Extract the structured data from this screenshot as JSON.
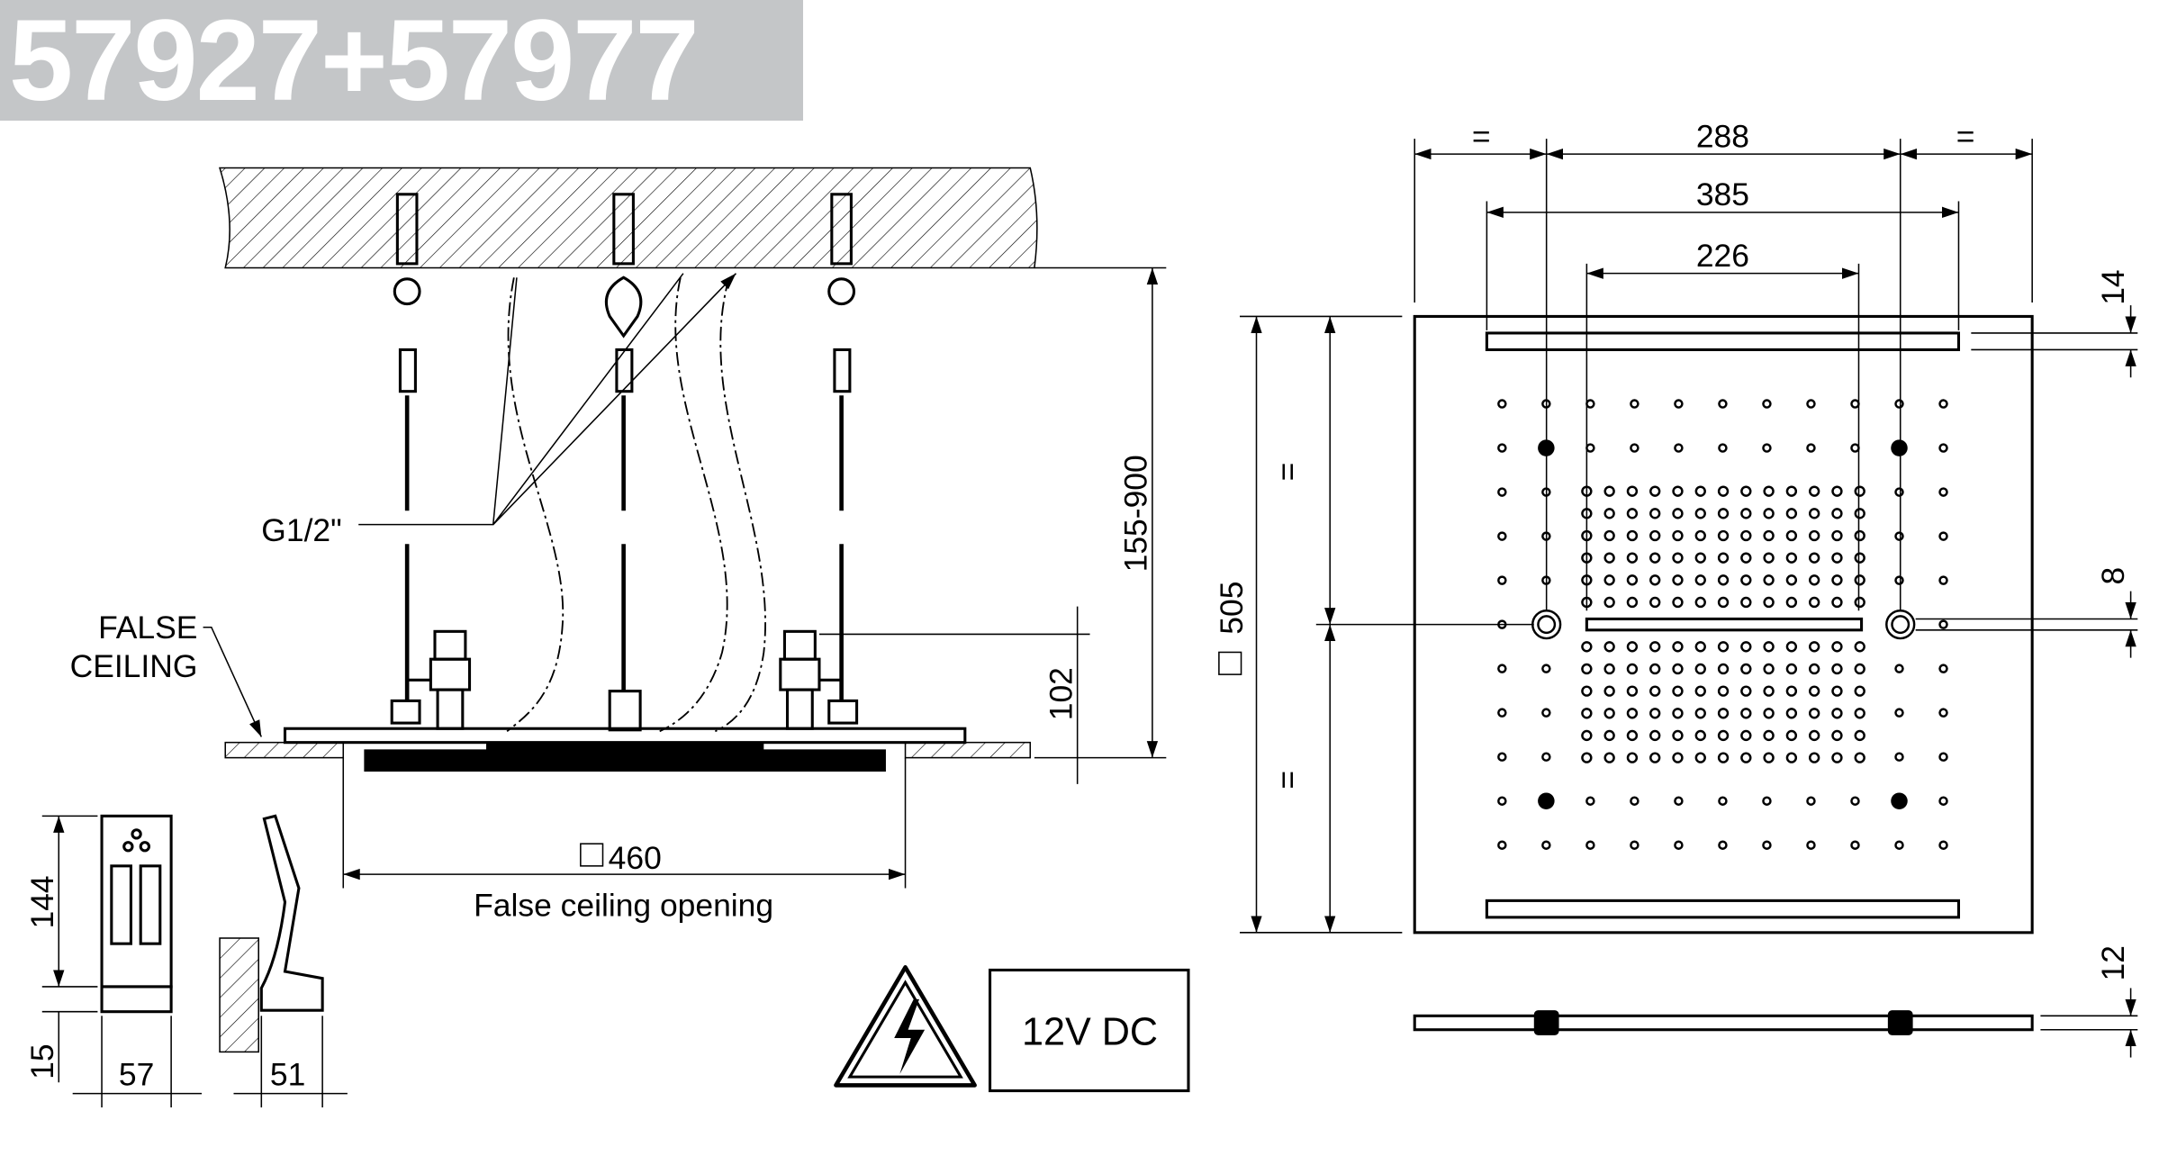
{
  "title": "57927+57977",
  "colors": {
    "title_bg": "#c4c6c8",
    "title_text": "#ffffff",
    "line": "#000000"
  },
  "side_view": {
    "connection_label": "G1/2\"",
    "false_ceiling_label_line1": "FALSE",
    "false_ceiling_label_line2": "CEILING",
    "dim_height_range": "155-900",
    "dim_height": "102",
    "dim_opening": "460",
    "opening_caption": "False ceiling opening"
  },
  "control_panel": {
    "dim_height": "144",
    "dim_base": "15",
    "dim_width": "57",
    "dim_depth": "51"
  },
  "warning": {
    "icon": "high-voltage-warning-icon",
    "voltage_label": "12V DC"
  },
  "top_view": {
    "dim_equal_left": "=",
    "dim_288": "288",
    "dim_equal_right": "=",
    "dim_385": "385",
    "dim_226": "226",
    "dim_14": "14",
    "dim_8": "8",
    "dim_505": "505",
    "dim_half_top": "=",
    "dim_half_bottom": "=",
    "dim_12": "12"
  }
}
